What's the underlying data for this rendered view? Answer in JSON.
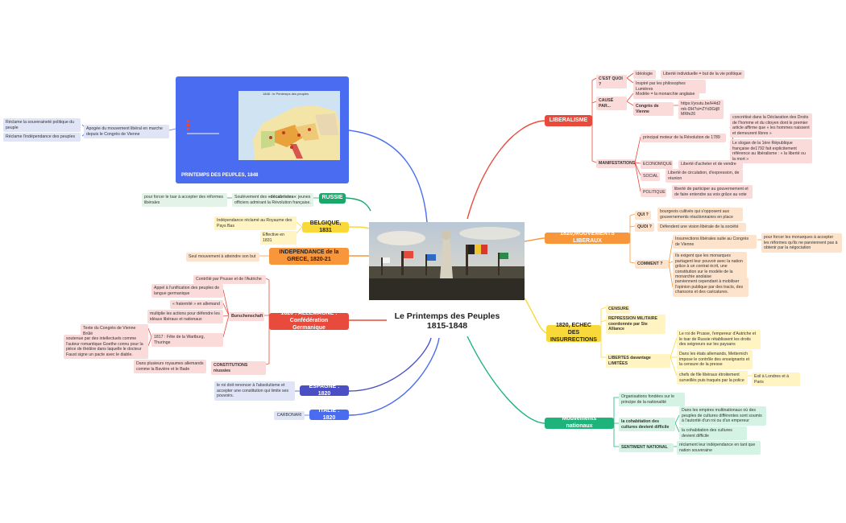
{
  "center": {
    "title_line1": "Le Printemps des Peuples",
    "title_line2": "1815-1848"
  },
  "colors": {
    "red": "#e84b3c",
    "orange": "#f7963b",
    "yellow": "#f9d93a",
    "green": "#1eb37a",
    "indigo": "#4a4fc6",
    "blue": "#4a6cf0",
    "teal": "#1aa86a"
  },
  "map_panel": {
    "title": "PRINTEMPS DES PEUPLES, 1848",
    "map_caption": "1848 : le Printemps des peuples"
  },
  "left": {
    "printemps_desc": "Apogée du mouvement libéral en marche depuis le Congrès de Vienne",
    "printemps_sub1": "Réclame la souveraineté politique du peuple",
    "printemps_sub2": "Réclame l'indépendance des peuples",
    "russie": "RUSSIE",
    "russie_desc_a": "Soulèvement des ",
    "russie_desc_bold": "«décabristes»",
    "russie_desc_b": ": jeunes officiers admirant la Révolution française.",
    "russie_sub": "pour forcer le tsar à accepter des réformes libérales",
    "belgique": "BELGIQUE, 1831",
    "belgique_d1": "Indépendance réclamé au Royaume des Pays Bas",
    "belgique_d2": "Effective en 1831",
    "grece": "INDEPENDANCE de la GRECE, 1820-21",
    "grece_d": "Seul mouvement à atteindre son but",
    "allemagne": "1820 : ALLEMAGNE : Confédération Germanique",
    "all_d1": "Contrôlé par Prusse et de l'Autriche",
    "burschenschaft": "Burschenschaft",
    "bur_d1": "Appel à l'unification des peuples de langue germanique",
    "bur_d2": "« fraternité » en allemand",
    "bur_d3": "multiplie les actions pour défendre les idéaux libéraux et nationaux",
    "bur_d4": "1817 : Fête de la Wartburg, Thuringe",
    "wart_d1": "Texte du Congrès de Vienne Brûlé",
    "wart_d2": "soutenue par des intellectuels comme l'auteur romantique Goethe connu pour la pièce de théâtre dans laquelle le docteur Faust signe un pacte avec le diable.",
    "constitutions": "CONSTITUTIONS réussies",
    "const_d": "Dans plusieurs royaumes allemands comme la Bavière et le Bade",
    "espagne": "ESPAGNE : 1820",
    "espagne_d": "le roi doit renoncer à l'absolutisme et accepter une constitution qui limite ses pouvoirs.",
    "italie": "ITALIE : 1820",
    "italie_d": "CARBONARI"
  },
  "right": {
    "liberalisme": "LIBERALISME",
    "quoi": "C'EST QUOI ?",
    "ideologie": "Idéologie",
    "liberte_ind": "Liberté individuelle = but de la vie politique",
    "inspire": "Inspiré par les philosophes Lumières",
    "cause": "CAUSÉ PAR...",
    "modele": "Modèle = la monarchie anglaise",
    "congres": "Congrès de Vienne",
    "youtube": "https://youtu.be/H4d2mk-l3H?si=ZYd3Gtj8MRfe26",
    "manifestations": "MANIFESTATIONS",
    "moteur": "principal moteur de la Révolution de 1789",
    "concretise": "concrétisé dans la Déclaration des Droits de l'homme et du citoyen dont le premier article affirme que « les hommes naissent et demeurent libres »",
    "slogan": "Le slogan de la 1ère République française de1792 fait explicitement référence au libéralisme : « la liberté ou la mort »",
    "economique": "ECONOMIQUE",
    "eco_d": "Liberté d'acheter et de vendre",
    "social": "SOCIAL",
    "soc_d": "Liberté de circulation, d'expression, de réunion",
    "politique": "POLITIQUE",
    "pol_d": "liberté de participer au gouvernement et de faire entendre sa voix grâce au vote",
    "mouv_lib": "1820,MOUVEMENTS LIBERAUX",
    "qui": "QUI ?",
    "qui_d": "bourgeois cultivés qui s'opposent aux gouvernements réactionnaires en place",
    "quoi2": "QUOI ?",
    "quoi2_d": "Défendent une vision libérale de la société",
    "comment": "COMMENT ?",
    "com_d1": "Insurrections libérales suite au Congrès de Vienne",
    "com_d1b": "pour forcer les monarques à accepter les réformes qu'ils ne parviennent pas à obtenir par la négociation",
    "com_d2": "Ils exigent que les monarques partagent leur pouvoir avec la nation grâce à un contrat écrit, une constitution sur le modèle de la monarchie anglaise",
    "com_d3": "parviennent cependant à mobiliser l'opinion publique par des tracts, des chansons et des caricatures.",
    "echec": "1820, ECHEC DES INSURRECTIONS",
    "censure": "CENSURE",
    "repression": "REPRESSION MILITAIRE coordonnée par Ste Alliance",
    "libertes": "LIBERTES davantage LIMITÉES",
    "lib_d1": "Le roi de Prusse, l'empereur d'Autriche et le tsar de Russie rétablissent les droits des seigneurs sur les paysans",
    "lib_d2": "Dans les états allemands, Metternich impose le contrôle des enseignants et la censure de la presse",
    "lib_d3": "chefs de file libéraux  étroitement surveillés puis traqués par la police",
    "lib_d3b": "Exil à Londres et à Paris",
    "nationaux": "Mouvements nationaux",
    "nat_d1": "Organisations fondées sur le principe de la nationalité",
    "cohab": "la cohabitation des cultures devient difficile",
    "cohab_d1": "Dans les empires multinationaux où des peuples de cultures différentes sont soumis à l'autorité d'un roi ou d'un empereur",
    "cohab_d2": "la cohabitation des cultures devient difficile",
    "sentiment": "SENTIMENT NATIONAL",
    "sent_d": "réclament leur indépendance en tant que nation souveraine"
  }
}
